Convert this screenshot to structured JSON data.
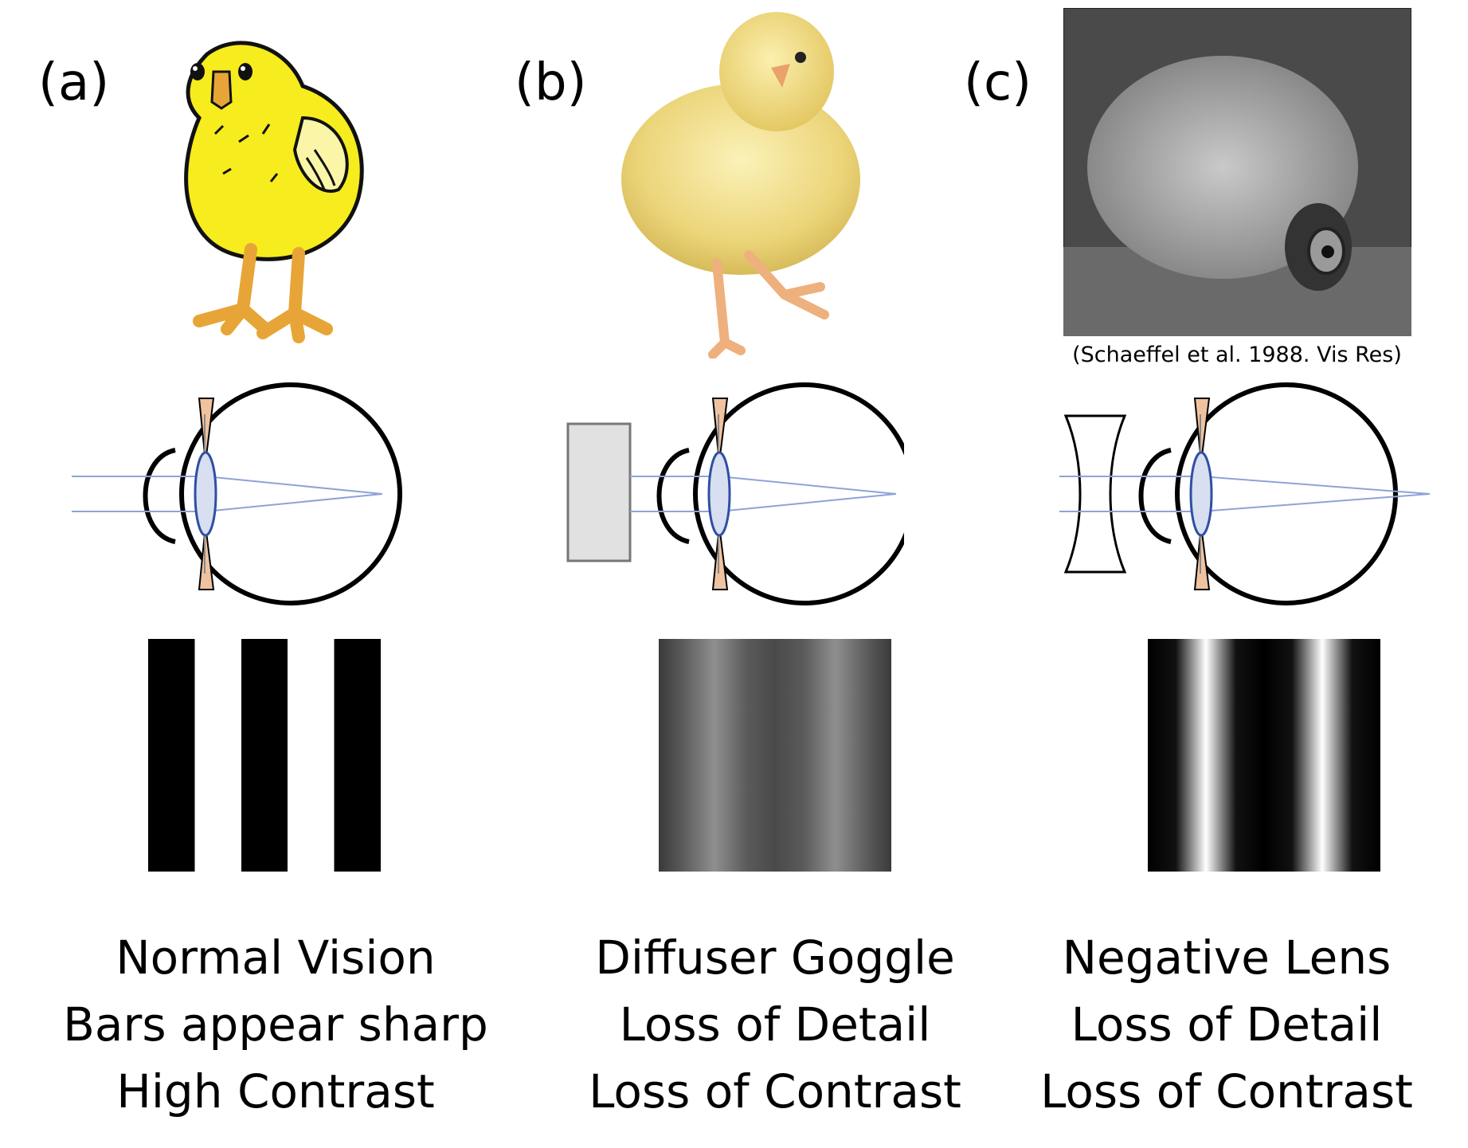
{
  "panels": [
    {
      "label": "(a)",
      "captions": [
        "Normal Vision",
        "Bars appear sharp",
        "High Contrast"
      ]
    },
    {
      "label": "(b)",
      "captions": [
        "Diffuser Goggle",
        "Loss of Detail",
        "Loss of Contrast"
      ]
    },
    {
      "label": "(c)",
      "citation": "(Schaeffel et al. 1988. Vis Res)",
      "captions": [
        "Negative Lens",
        "Loss of Detail",
        "Loss of Contrast"
      ]
    }
  ],
  "colors": {
    "chick_yellow": "#f6ec1e",
    "chick_feet": "#e7a537",
    "ray_blue": "#8ea3d6",
    "lens_fill": "#d7dff0",
    "ciliary_tan": "#f0c3a0",
    "diffuser_fill": "#e1e1e1"
  }
}
